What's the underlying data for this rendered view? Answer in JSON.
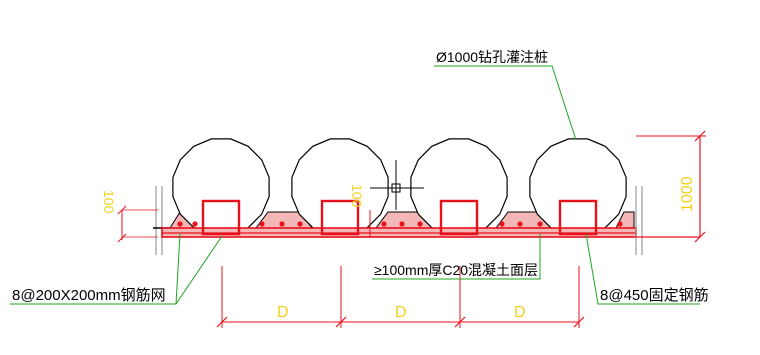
{
  "labels": {
    "pile": "Ø1000钻孔灌注桩",
    "mesh": "8@200X200mm钢筋网",
    "concrete": "≥100mm厚C20混凝土面层",
    "fixing": "8@450固定钢筋",
    "dim_d_1": "D",
    "dim_d_2": "D",
    "dim_d_3": "D",
    "dim_1000": "1000",
    "dim_small_left": "100",
    "dim_small_mid": "100"
  },
  "colors": {
    "leader": "#1ea51e",
    "rebar": "#e8101a",
    "dimension": "#f2d21b",
    "outline": "#000000",
    "concrete_fill": "#f3b7b7",
    "wall": "#9a9a9a"
  }
}
